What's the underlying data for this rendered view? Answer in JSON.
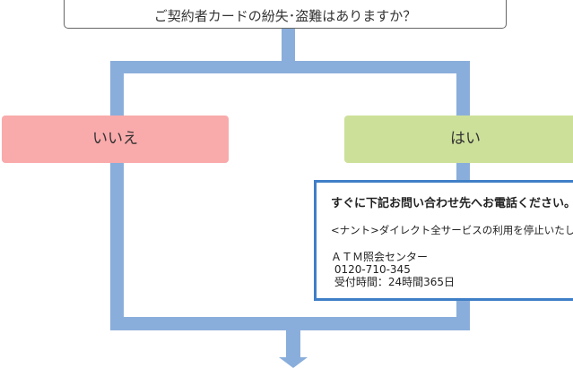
{
  "question": "ご契約者カードの紛失･盗難はありますか？",
  "answers": {
    "no": "いいえ",
    "yes": "はい"
  },
  "info": {
    "heading": "すぐに下記お問い合わせ先へお電話ください。",
    "description": "<ナント>ダイレクト全サービスの利用を停止いたします。",
    "center": "ＡＴＭ照会センター",
    "phone": " 0120-710-345",
    "hours": " 受付時間：24時間365日"
  },
  "colors": {
    "connector": "#8aaedb",
    "no": "#f9aaab",
    "yes": "#cde09a",
    "info_border": "#3f7fc7"
  }
}
